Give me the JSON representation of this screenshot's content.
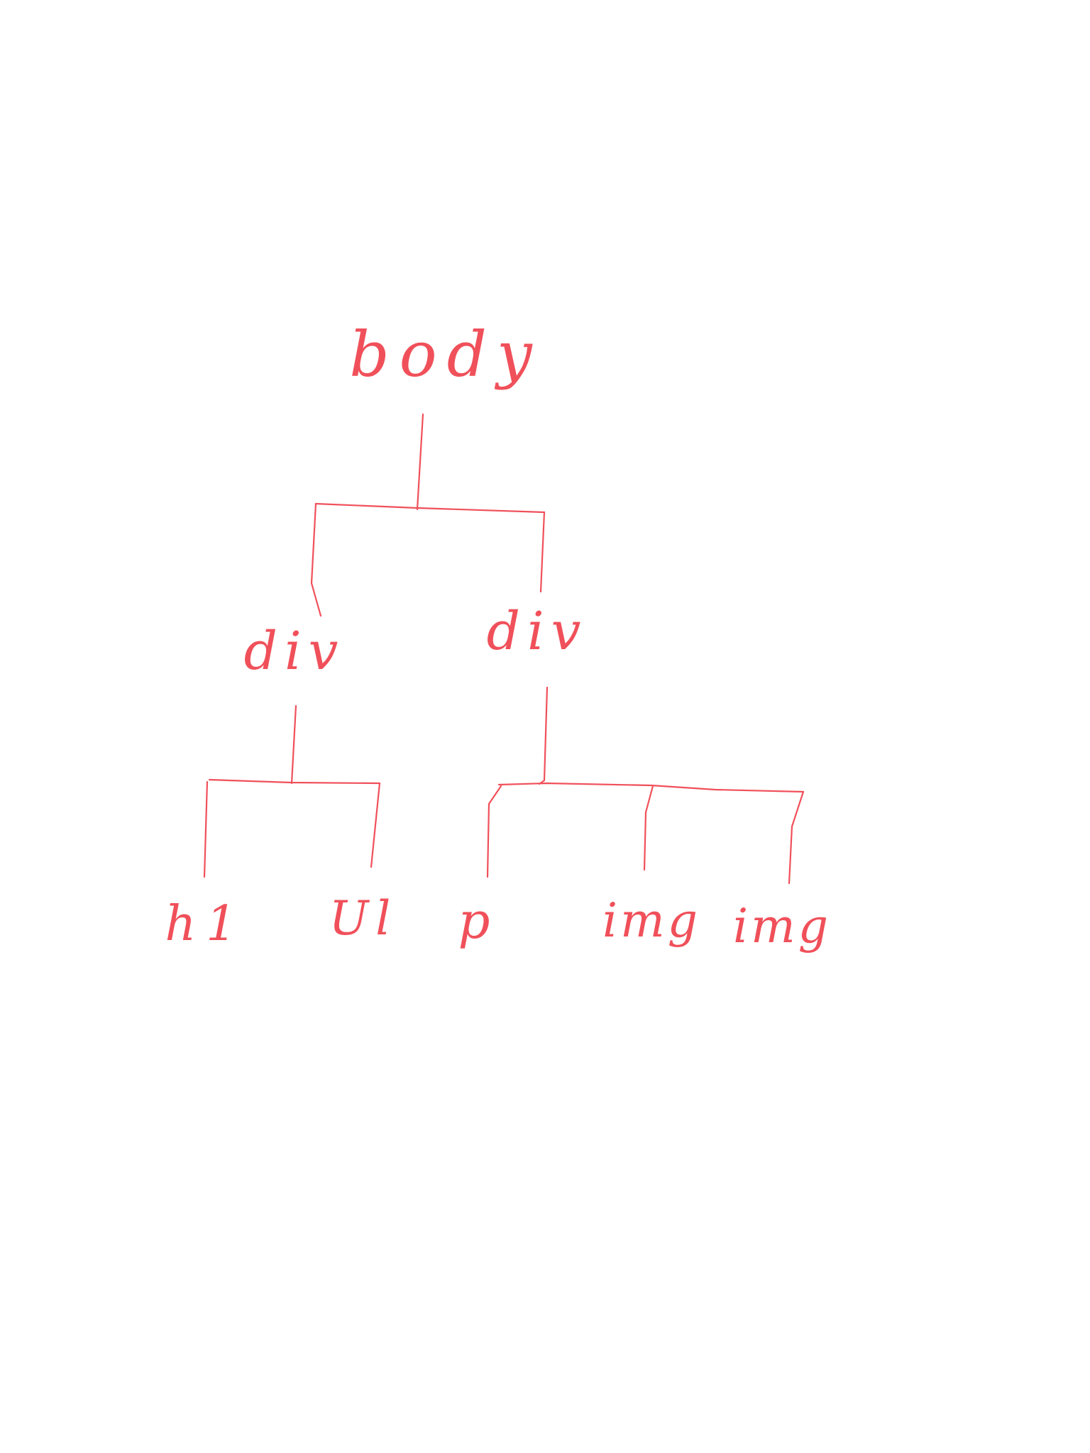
{
  "diagram": {
    "type": "tree",
    "stroke_color": "#f0505a",
    "root": {
      "label": "body",
      "children": [
        {
          "label": "div",
          "children": [
            {
              "label": "h1"
            },
            {
              "label": "Ul"
            }
          ]
        },
        {
          "label": "div",
          "children": [
            {
              "label": "p"
            },
            {
              "label": "img"
            },
            {
              "label": "img"
            }
          ]
        }
      ]
    }
  }
}
